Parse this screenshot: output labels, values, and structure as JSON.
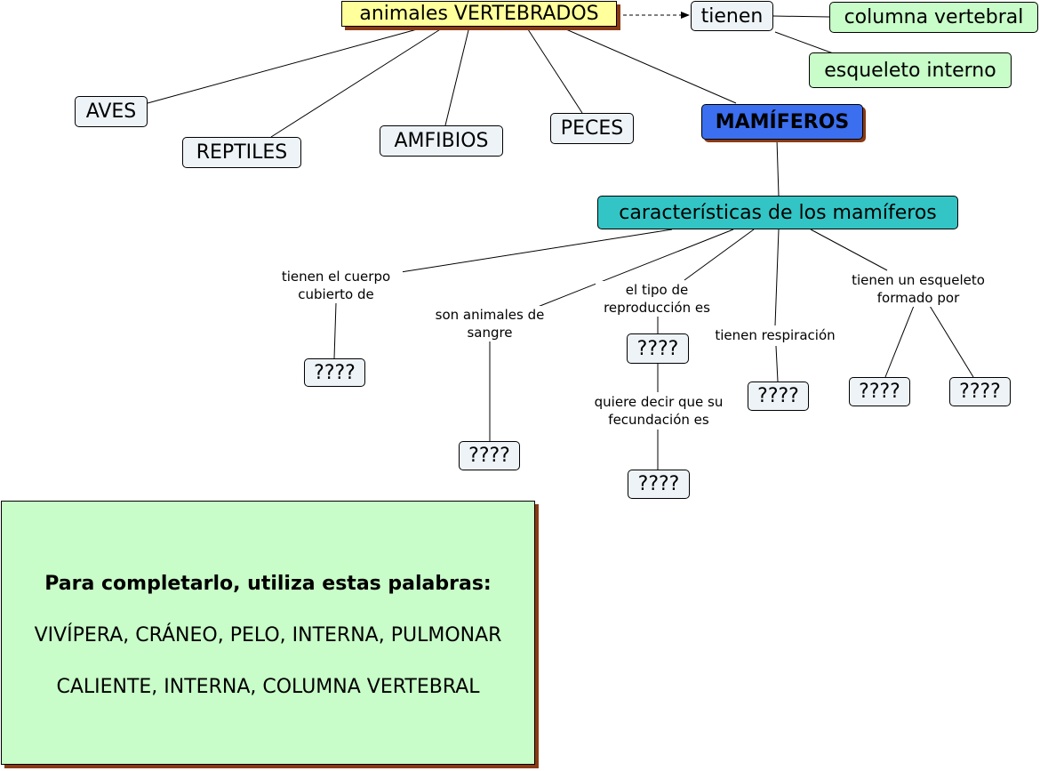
{
  "root": "animales VERTEBRADOS",
  "tienen": "tienen",
  "columna": "columna vertebral",
  "esqueleto": "esqueleto interno",
  "groups": {
    "aves": "AVES",
    "reptiles": "REPTILES",
    "amfibios": "AMFIBIOS",
    "peces": "PECES",
    "mamiferos": "MAMÍFEROS"
  },
  "caracteristicas": "características de los mamíferos",
  "links": {
    "cuerpo": "tienen el cuerpo\ncubierto de",
    "sangre": "son animales de\nsangre",
    "reproduccion": "el tipo de\nreproducción es",
    "fecundacion": "quiere decir que su\nfecundación es",
    "respiracion": "tienen respiración",
    "esqueleto_formado": "tienen un esqueleto\nformado por"
  },
  "placeholder": "????",
  "note": {
    "heading": "Para completarlo, utiliza estas palabras:",
    "line1": "VIVÍPERA, CRÁNEO, PELO, INTERNA, PULMONAR",
    "line2": "CALIENTE, INTERNA, COLUMNA VERTEBRAL"
  }
}
